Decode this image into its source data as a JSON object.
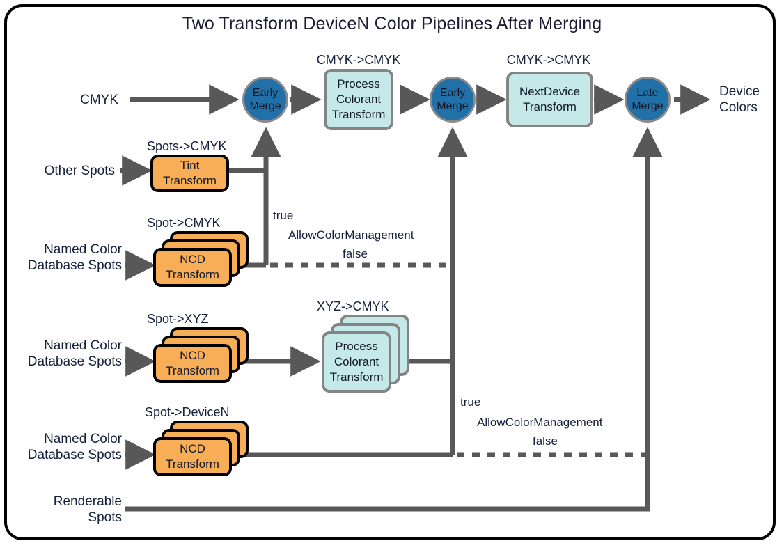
{
  "diagram": {
    "title": "Two Transform DeviceN Color Pipelines After Merging",
    "colors": {
      "merge_node_fill": "#2171a8",
      "merge_node_stroke": "#8a8a8a",
      "transform_teal_fill": "#c5e8e8",
      "transform_teal_stroke": "#848484",
      "transform_orange_fill": "#f8ad57",
      "transform_orange_stroke": "#000000",
      "wire": "#585858",
      "frame": "#000000",
      "text": "#16213e"
    }
  },
  "inputs": {
    "cmyk": "CMYK",
    "other_spots": "Other Spots",
    "named_color_db_spots_1_line1": "Named Color",
    "named_color_db_spots_1_line2": "Database Spots",
    "named_color_db_spots_2_line1": "Named Color",
    "named_color_db_spots_2_line2": "Database Spots",
    "named_color_db_spots_3_line1": "Named Color",
    "named_color_db_spots_3_line2": "Database Spots",
    "renderable_spots_line1": "Renderable",
    "renderable_spots_line2": "Spots"
  },
  "output": {
    "device_colors_line1": "Device",
    "device_colors_line2": "Colors"
  },
  "nodes": {
    "early_merge_1": {
      "line1": "Early",
      "line2": "Merge"
    },
    "process_colorant_cmyk": {
      "line1": "Process",
      "line2": "Colorant",
      "line3": "Transform",
      "caption": "CMYK->CMYK"
    },
    "early_merge_2": {
      "line1": "Early",
      "line2": "Merge"
    },
    "next_device": {
      "line1": "NextDevice",
      "line2": "Transform",
      "caption": "CMYK->CMYK"
    },
    "late_merge": {
      "line1": "Late",
      "line2": "Merge"
    },
    "tint_transform": {
      "line1": "Tint",
      "line2": "Transform",
      "caption": "Spots->CMYK"
    },
    "ncd_cmyk": {
      "line1": "NCD",
      "line2": "Transform",
      "caption": "Spot->CMYK"
    },
    "ncd_xyz": {
      "line1": "NCD",
      "line2": "Transform",
      "caption": "Spot->XYZ"
    },
    "process_colorant_xyz": {
      "line1": "Process",
      "line2": "Colorant",
      "line3": "Transform",
      "caption": "XYZ->CMYK"
    },
    "ncd_devicen": {
      "line1": "NCD",
      "line2": "Transform",
      "caption": "Spot->DeviceN"
    }
  },
  "conditions": {
    "upper": {
      "true": "true",
      "name": "AllowColorManagement",
      "false": "false"
    },
    "lower": {
      "true": "true",
      "name": "AllowColorManagement",
      "false": "false"
    }
  }
}
